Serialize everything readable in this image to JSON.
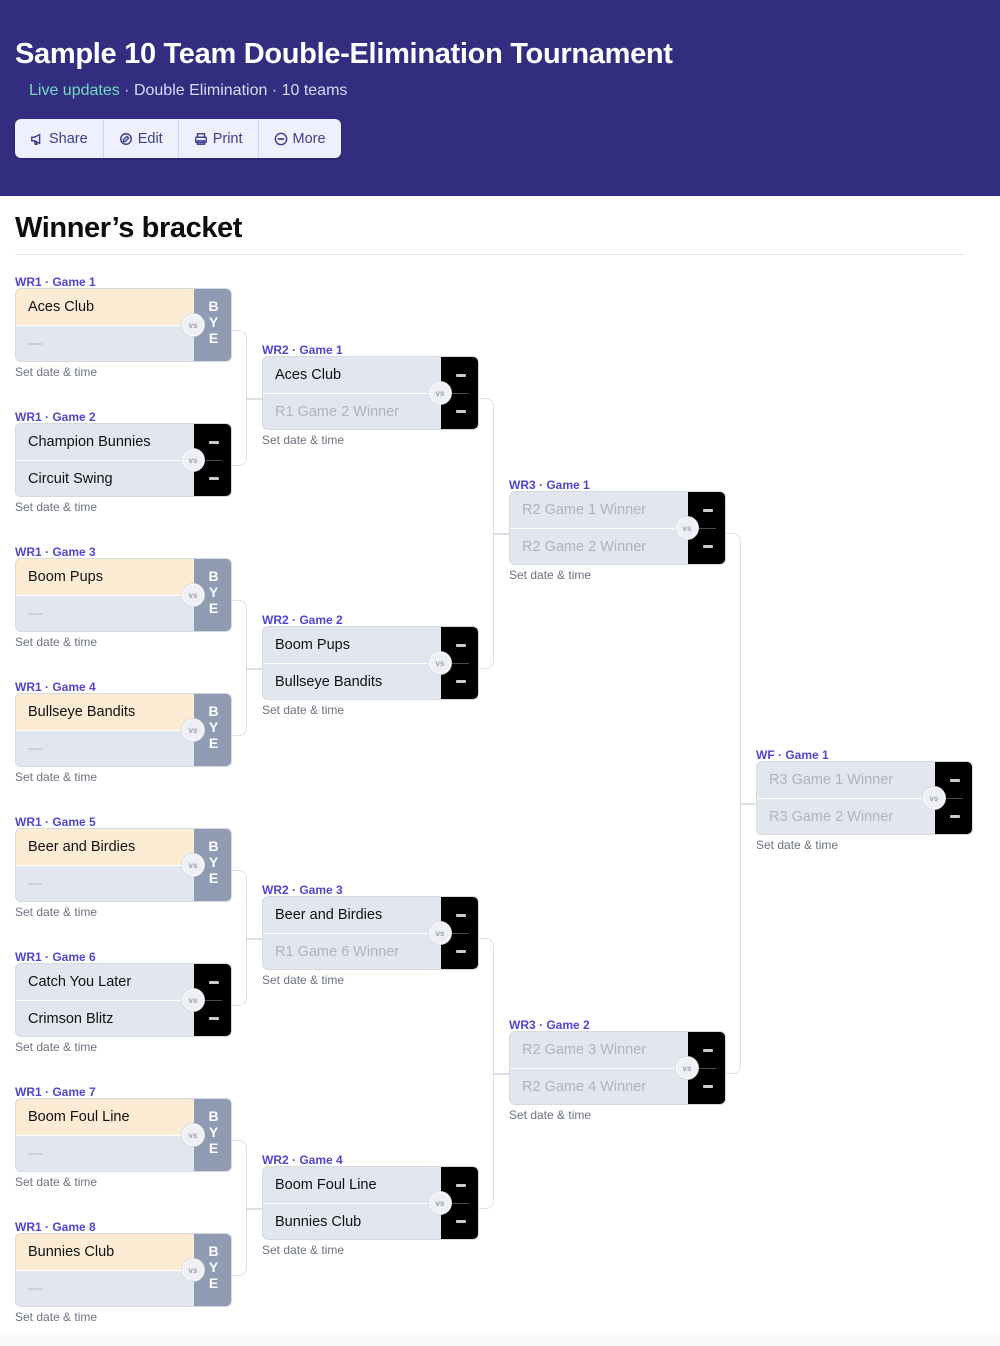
{
  "header": {
    "title": "Sample 10 Team Double-Elimination Tournament",
    "live_label": "Live updates",
    "meta": " · Double Elimination · 10 teams",
    "background": "#332d80",
    "toolbar": [
      {
        "label": "Share",
        "icon": "megaphone-icon"
      },
      {
        "label": "Edit",
        "icon": "edit-icon"
      },
      {
        "label": "Print",
        "icon": "printer-icon"
      },
      {
        "label": "More",
        "icon": "more-icon"
      }
    ]
  },
  "section": {
    "title": "Winner’s bracket"
  },
  "labels": {
    "vs": "vs",
    "bye": "BYE",
    "set_date": "Set date & time",
    "empty_slot": "—"
  },
  "bracket": {
    "accent": "#5145cd",
    "rounds": [
      {
        "name": "WR1",
        "matches": [
          {
            "label": "WR1 · Game 1",
            "top": "Aces Club",
            "bottom": "—",
            "type": "bye"
          },
          {
            "label": "WR1 · Game 2",
            "top": "Champion Bunnies",
            "bottom": "Circuit Swing",
            "type": "score",
            "score_top": "–",
            "score_bottom": "–"
          },
          {
            "label": "WR1 · Game 3",
            "top": "Boom Pups",
            "bottom": "—",
            "type": "bye"
          },
          {
            "label": "WR1 · Game 4",
            "top": "Bullseye Bandits",
            "bottom": "—",
            "type": "bye"
          },
          {
            "label": "WR1 · Game 5",
            "top": "Beer and Birdies",
            "bottom": "—",
            "type": "bye"
          },
          {
            "label": "WR1 · Game 6",
            "top": "Catch You Later",
            "bottom": "Crimson Blitz",
            "type": "score",
            "score_top": "–",
            "score_bottom": "–"
          },
          {
            "label": "WR1 · Game 7",
            "top": "Boom Foul Line",
            "bottom": "—",
            "type": "bye"
          },
          {
            "label": "WR1 · Game 8",
            "top": "Bunnies Club",
            "bottom": "—",
            "type": "bye"
          }
        ]
      },
      {
        "name": "WR2",
        "matches": [
          {
            "label": "WR2 · Game 1",
            "top": "Aces Club",
            "bottom": "R1 Game 2 Winner",
            "type": "score"
          },
          {
            "label": "WR2 · Game 2",
            "top": "Boom Pups",
            "bottom": "Bullseye Bandits",
            "type": "score"
          },
          {
            "label": "WR2 · Game 3",
            "top": "Beer and Birdies",
            "bottom": "R1 Game 6 Winner",
            "type": "score"
          },
          {
            "label": "WR2 · Game 4",
            "top": "Boom Foul Line",
            "bottom": "Bunnies Club",
            "type": "score"
          }
        ]
      },
      {
        "name": "WR3",
        "matches": [
          {
            "label": "WR3 · Game 1",
            "top": "R2 Game 1 Winner",
            "bottom": "R2 Game 2 Winner",
            "type": "score"
          },
          {
            "label": "WR3 · Game 2",
            "top": "R2 Game 3 Winner",
            "bottom": "R2 Game 4 Winner",
            "type": "score"
          }
        ]
      },
      {
        "name": "WF",
        "matches": [
          {
            "label": "WF · Game 1",
            "top": "R3 Game 1 Winner",
            "bottom": "R3 Game 2 Winner",
            "type": "score"
          }
        ]
      }
    ]
  }
}
